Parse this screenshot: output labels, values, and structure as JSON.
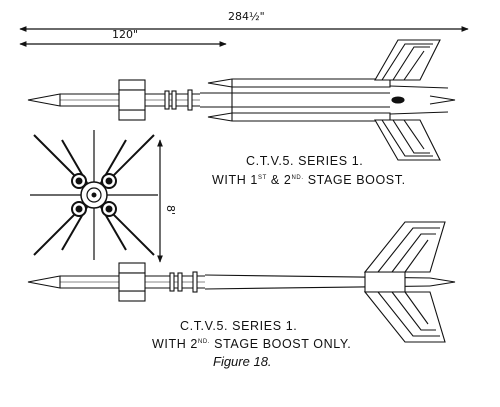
{
  "dimensions": {
    "overall_length": "284½\"",
    "second_stage_length": "120\"",
    "fin_span": "8'"
  },
  "captions": {
    "top_line1": "C.T.V.5. SERIES 1.",
    "top_line2_a": "WITH 1",
    "top_line2_sup1": "ST",
    "top_line2_b": " & 2",
    "top_line2_sup2": "ND.",
    "top_line2_c": " STAGE BOOST.",
    "bottom_line1": "C.T.V.5. SERIES 1.",
    "bottom_line2_a": "WITH 2",
    "bottom_line2_sup": "ND.",
    "bottom_line2_b": " STAGE BOOST ONLY."
  },
  "figure_label": "Figure 18.",
  "colors": {
    "ink": "#111111",
    "paper": "#ffffff"
  }
}
